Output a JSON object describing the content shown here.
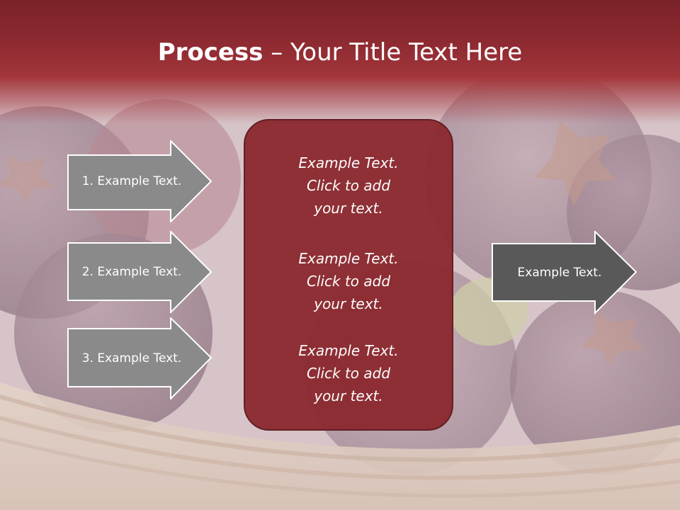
{
  "slide": {
    "title_bold": "Process",
    "title_rest": " – Your Title Text Here"
  },
  "left_steps": [
    {
      "label": "1. Example Text."
    },
    {
      "label": "2. Example Text."
    },
    {
      "label": "3. Example Text."
    }
  ],
  "center_box": {
    "blocks": [
      {
        "line1": "Example Text.",
        "line2": "Click  to add",
        "line3": "your text."
      },
      {
        "line1": "Example Text.",
        "line2": "Click  to add",
        "line3": "your text."
      },
      {
        "line1": "Example Text.",
        "line2": "Click  to add",
        "line3": "your text."
      }
    ]
  },
  "right_arrow": {
    "label": "Example Text."
  },
  "colors": {
    "title_band": "#8e2a31",
    "center_box": "#8c2a30",
    "left_arrow": "#8a8a8a",
    "right_arrow": "#595959"
  }
}
